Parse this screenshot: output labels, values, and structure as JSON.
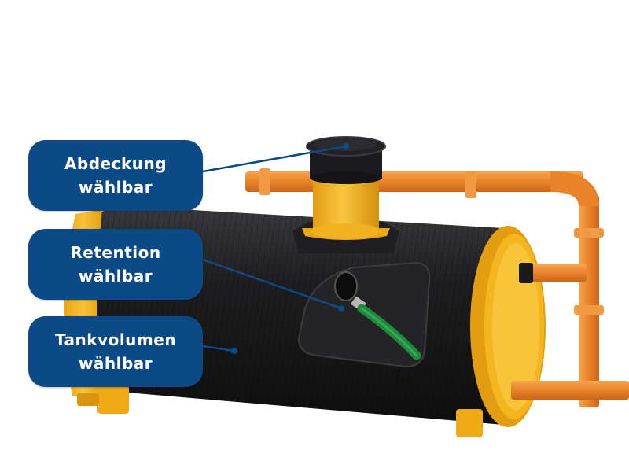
{
  "callouts": [
    {
      "line1": "Abdeckung",
      "line2": "wählbar"
    },
    {
      "line1": "Retention",
      "line2": "wählbar"
    },
    {
      "line1": "Tankvolumen",
      "line2": "wählbar"
    }
  ],
  "colors": {
    "callout_fill": "#0b4a86",
    "callout_text": "#ffffff",
    "tank_body": "#1c1c1e",
    "end_cap": "#f5b31a",
    "pipe": "#ef8a2c",
    "hose": "#1d8a3c"
  }
}
